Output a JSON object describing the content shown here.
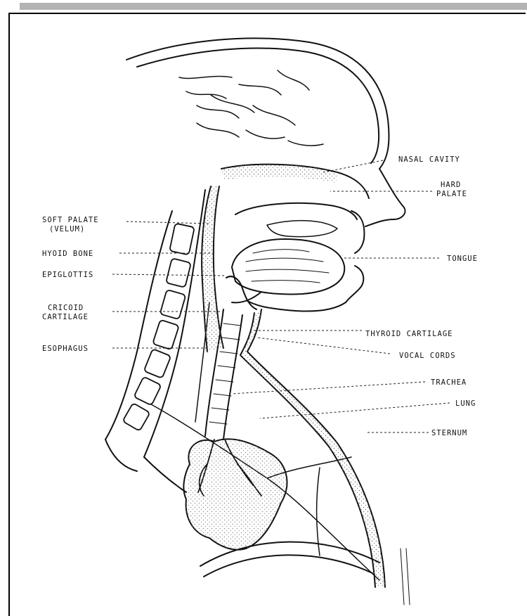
{
  "diagram": {
    "labels_left": {
      "soft_palate_line1": "SOFT PALATE",
      "soft_palate_line2": "(VELUM)",
      "hyoid_bone": "HYOID BONE",
      "epiglottis": "EPIGLOTTIS",
      "cricoid_line1": "CRICOID",
      "cricoid_line2": "CARTILAGE",
      "esophagus": "ESOPHAGUS"
    },
    "labels_right": {
      "nasal_cavity": "NASAL CAVITY",
      "hard_palate_line1": "HARD",
      "hard_palate_line2": "PALATE",
      "tongue": "TONGUE",
      "thyroid_cartilage": "THYROID CARTILAGE",
      "vocal_cords": "VOCAL CORDS",
      "trachea": "TRACHEA",
      "lung": "LUNG",
      "sternum": "STERNUM"
    },
    "colors": {
      "ink": "#111111",
      "stipple": "#777777",
      "topbar": "#b3b3b3"
    }
  }
}
